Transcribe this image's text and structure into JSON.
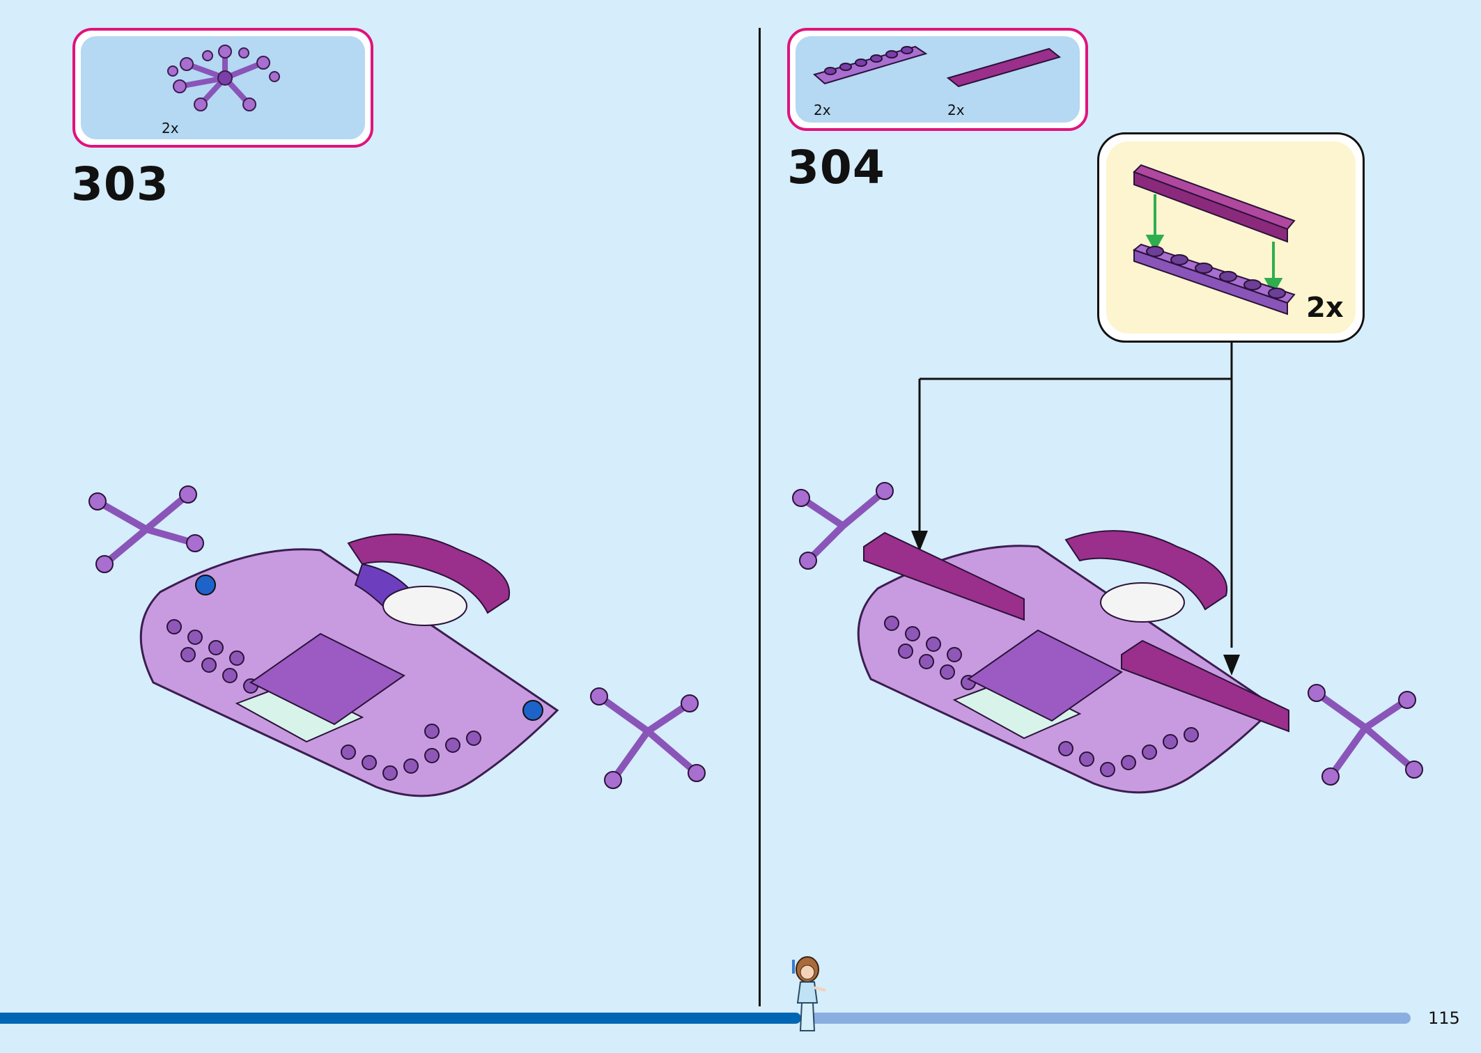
{
  "left_step": {
    "number": "303",
    "parts": [
      {
        "part": "purple-snowflake-plate-icon",
        "qty": "2x"
      }
    ]
  },
  "right_step": {
    "number": "304",
    "parts": [
      {
        "part": "purple-1x6-plate-icon",
        "qty": "2x"
      },
      {
        "part": "magenta-1x6-tile-icon",
        "qty": "2x"
      }
    ],
    "callout": {
      "qty": "2x"
    }
  },
  "footer": {
    "page_number": "115"
  },
  "colors": {
    "background": "#d6edfb",
    "parts_border": "#e0137c",
    "parts_fill": "#b5d8f3",
    "callout_fill": "#fdf5d0",
    "progress_done": "#0066b3",
    "progress_remaining": "#8aaee0",
    "base_plate": "#c89be0",
    "magenta_tile": "#9b2f8c",
    "arrow_green": "#2fae4e"
  }
}
